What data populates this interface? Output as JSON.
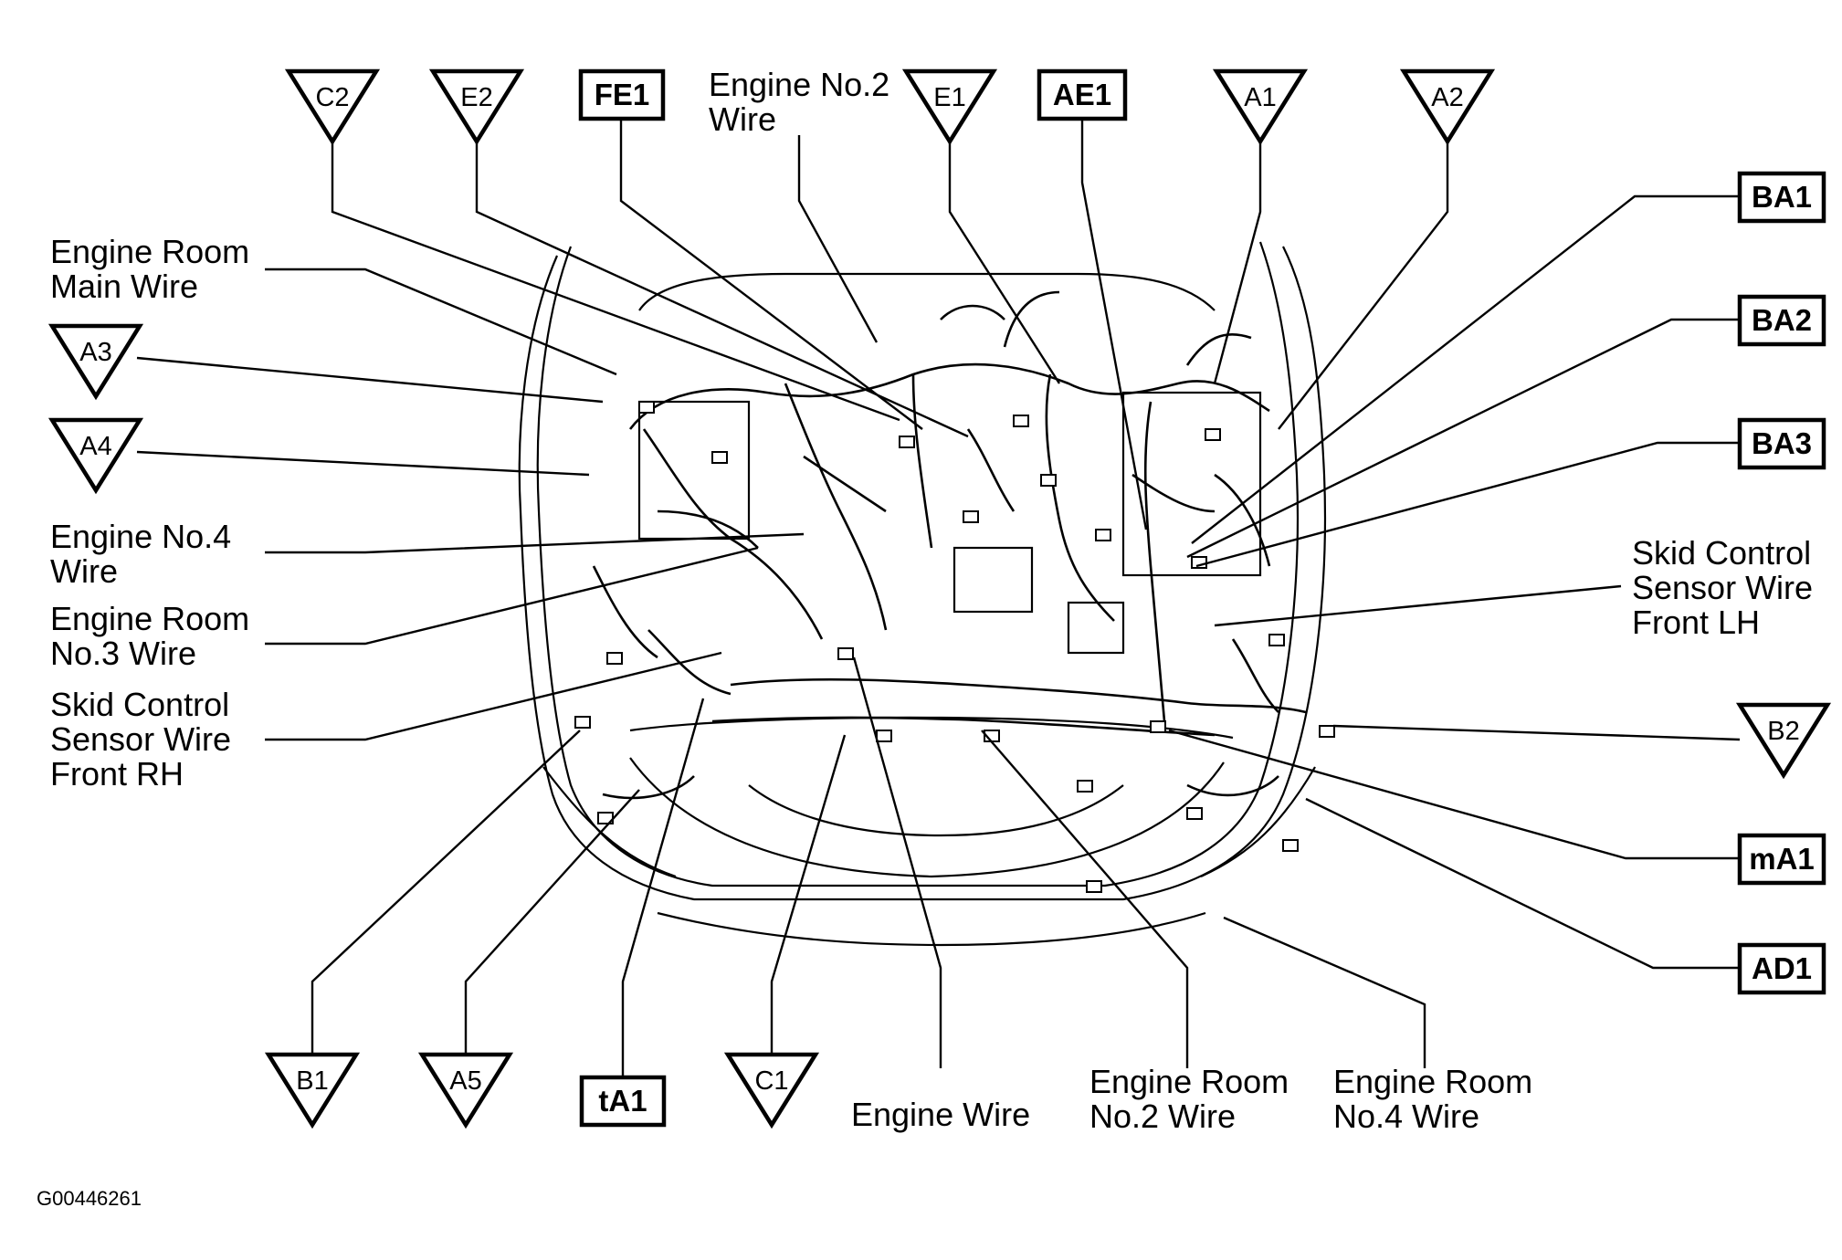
{
  "labels": {
    "engine_room_main_wire": [
      "Engine Room",
      "Main Wire"
    ],
    "engine_no4_wire": [
      "Engine No.4",
      "Wire"
    ],
    "engine_room_no3_wire": [
      "Engine Room",
      "No.3 Wire"
    ],
    "skid_control_front_rh": [
      "Skid Control",
      "Sensor Wire",
      "Front RH"
    ],
    "engine_no2_wire": [
      "Engine No.2",
      "Wire"
    ],
    "skid_control_front_lh": [
      "Skid Control",
      "Sensor Wire",
      "Front LH"
    ],
    "engine_wire": [
      "Engine Wire"
    ],
    "engine_room_no2_wire": [
      "Engine Room",
      "No.2 Wire"
    ],
    "engine_room_no4_wire": [
      "Engine Room",
      "No.4 Wire"
    ]
  },
  "triangle_tags": {
    "c2": "C2",
    "e2": "E2",
    "e1": "E1",
    "a1": "A1",
    "a2": "A2",
    "a3": "A3",
    "a4": "A4",
    "b2": "B2",
    "b1": "B1",
    "a5": "A5",
    "c1": "C1"
  },
  "box_tags": {
    "fe1": "FE1",
    "ae1": "AE1",
    "ba1": "BA1",
    "ba2": "BA2",
    "ba3": "BA3",
    "ma1": "mA1",
    "ad1": "AD1",
    "ta1": "tA1"
  },
  "figure_id": "G00446261"
}
